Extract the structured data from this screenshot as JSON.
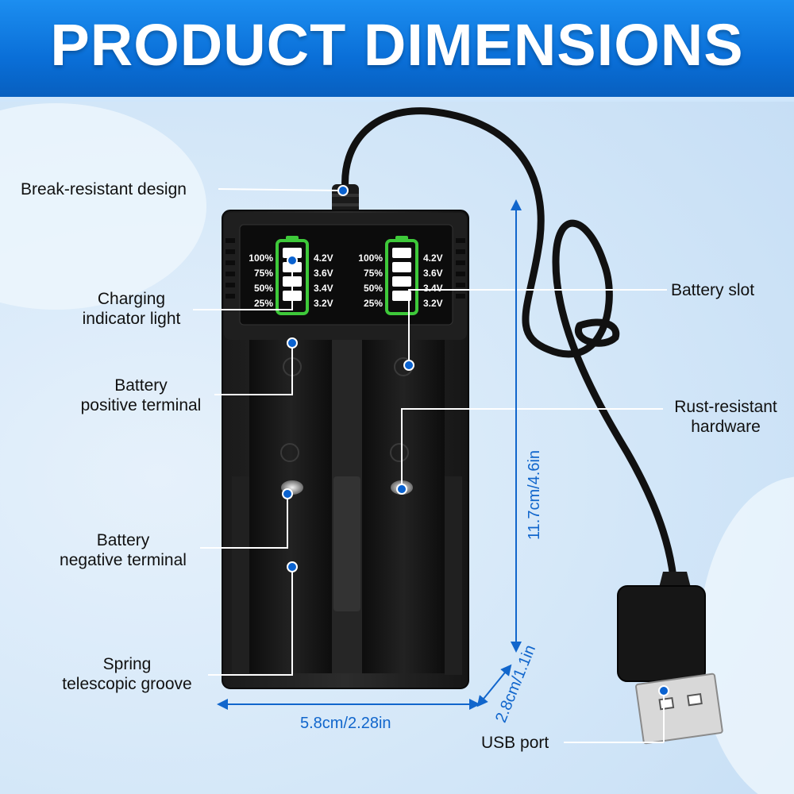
{
  "banner": {
    "title": "PRODUCT DIMENSIONS"
  },
  "labels": {
    "break_resistant": "Break-resistant design",
    "charging_indicator_line1": "Charging",
    "charging_indicator_line2": "indicator light",
    "battery_slot": "Battery slot",
    "positive_line1": "Battery",
    "positive_line2": "positive terminal",
    "rust_line1": "Rust-resistant",
    "rust_line2": "hardware",
    "negative_line1": "Battery",
    "negative_line2": "negative terminal",
    "spring_line1": "Spring",
    "spring_line2": "telescopic groove",
    "usb_port": "USB port"
  },
  "dimensions": {
    "width": "5.8cm/2.28in",
    "height": "11.7cm/4.6in",
    "depth": "2.8cm/1.1in"
  },
  "indicator": {
    "left_percent": [
      "100%",
      "75%",
      "50%",
      "25%"
    ],
    "left_voltage": [
      "4.2V",
      "3.6V",
      "3.4V",
      "3.2V"
    ],
    "right_percent": [
      "100%",
      "75%",
      "50%",
      "25%"
    ],
    "right_voltage": [
      "4.2V",
      "3.6V",
      "3.4V",
      "3.2V"
    ]
  },
  "colors": {
    "banner": "#0a6fd8",
    "accent": "#1166cc",
    "indicator": "#3ec93a"
  }
}
